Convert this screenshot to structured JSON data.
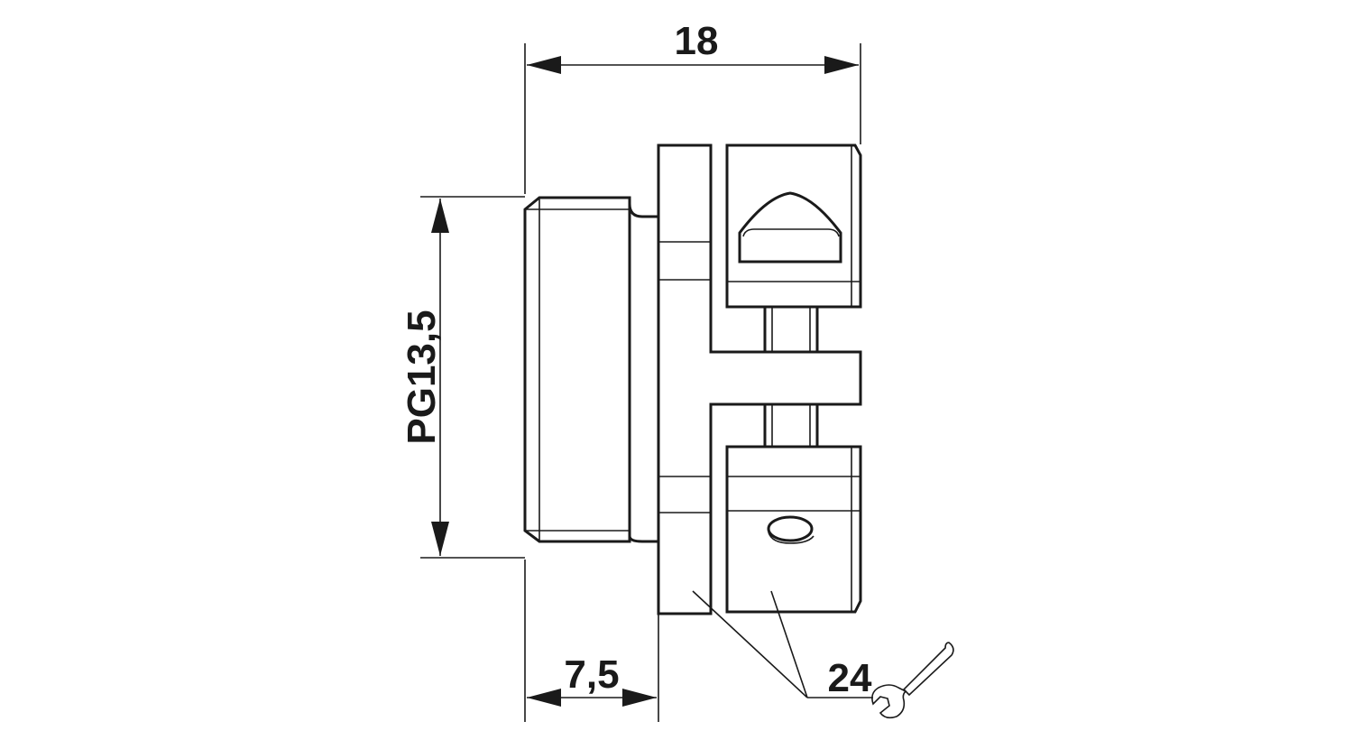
{
  "dimensions": {
    "overall_width": "18",
    "thread": "PG13,5",
    "thread_length": "7,5",
    "wrench_size": "24"
  },
  "icons": {
    "wrench": "open-end-wrench-icon"
  },
  "colors": {
    "line": "#1a1a1a",
    "background": "#ffffff"
  }
}
